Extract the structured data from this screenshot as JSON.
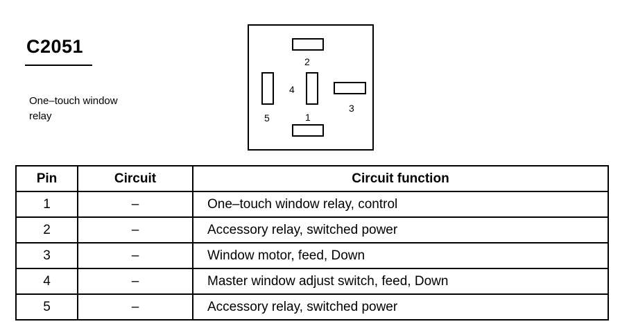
{
  "connector": {
    "id": "C2051",
    "description_lines": [
      "One–touch window",
      "relay"
    ]
  },
  "pinout": {
    "pin_labels": [
      "1",
      "2",
      "3",
      "4",
      "5"
    ]
  },
  "table": {
    "headers": [
      "Pin",
      "Circuit",
      "Circuit function"
    ],
    "rows": [
      {
        "pin": "1",
        "circuit": "–",
        "function": "One–touch window relay, control"
      },
      {
        "pin": "2",
        "circuit": "–",
        "function": "Accessory relay, switched power"
      },
      {
        "pin": "3",
        "circuit": "–",
        "function": "Window motor, feed, Down"
      },
      {
        "pin": "4",
        "circuit": "–",
        "function": "Master window adjust switch, feed, Down"
      },
      {
        "pin": "5",
        "circuit": "–",
        "function": "Accessory relay, switched power"
      }
    ]
  }
}
